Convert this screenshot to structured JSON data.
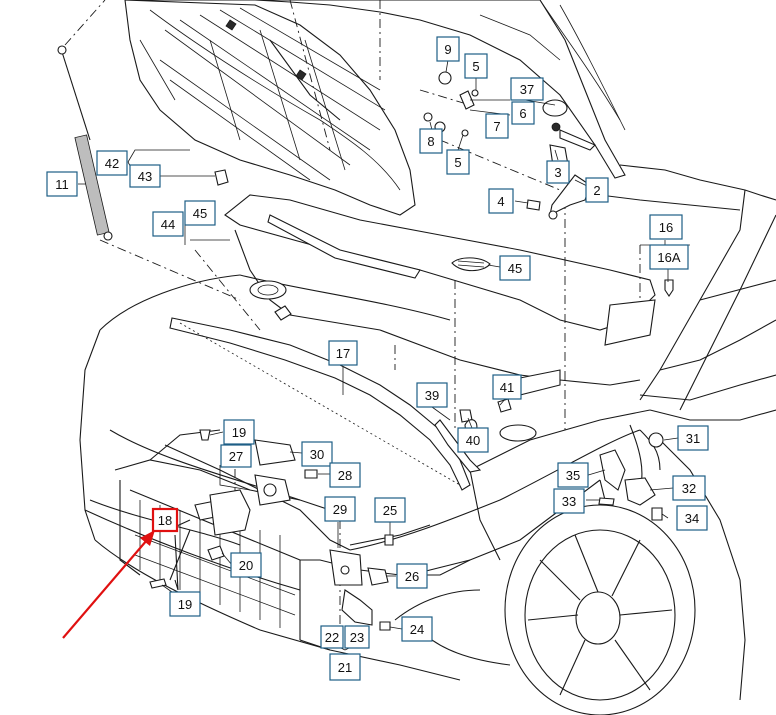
{
  "diagram": {
    "highlight_color": "#e01010",
    "box_color": "#1d5e86",
    "callouts": [
      {
        "id": "9",
        "label": "9"
      },
      {
        "id": "5a",
        "label": "5"
      },
      {
        "id": "37",
        "label": "37"
      },
      {
        "id": "6",
        "label": "6"
      },
      {
        "id": "7",
        "label": "7"
      },
      {
        "id": "8",
        "label": "8"
      },
      {
        "id": "5b",
        "label": "5"
      },
      {
        "id": "3",
        "label": "3"
      },
      {
        "id": "2",
        "label": "2"
      },
      {
        "id": "4",
        "label": "4"
      },
      {
        "id": "42",
        "label": "42"
      },
      {
        "id": "43",
        "label": "43"
      },
      {
        "id": "11",
        "label": "11"
      },
      {
        "id": "44",
        "label": "44"
      },
      {
        "id": "45a",
        "label": "45"
      },
      {
        "id": "45b",
        "label": "45"
      },
      {
        "id": "16",
        "label": "16"
      },
      {
        "id": "16A",
        "label": "16A"
      },
      {
        "id": "17",
        "label": "17"
      },
      {
        "id": "39",
        "label": "39"
      },
      {
        "id": "41",
        "label": "41"
      },
      {
        "id": "40",
        "label": "40"
      },
      {
        "id": "31",
        "label": "31"
      },
      {
        "id": "19a",
        "label": "19"
      },
      {
        "id": "30",
        "label": "30"
      },
      {
        "id": "27",
        "label": "27"
      },
      {
        "id": "28",
        "label": "28"
      },
      {
        "id": "35",
        "label": "35"
      },
      {
        "id": "32",
        "label": "32"
      },
      {
        "id": "33",
        "label": "33"
      },
      {
        "id": "34",
        "label": "34"
      },
      {
        "id": "29",
        "label": "29"
      },
      {
        "id": "25",
        "label": "25"
      },
      {
        "id": "18",
        "label": "18",
        "highlighted": true
      },
      {
        "id": "20",
        "label": "20"
      },
      {
        "id": "26",
        "label": "26"
      },
      {
        "id": "19b",
        "label": "19"
      },
      {
        "id": "24",
        "label": "24"
      },
      {
        "id": "22",
        "label": "22"
      },
      {
        "id": "23",
        "label": "23"
      },
      {
        "id": "21",
        "label": "21"
      }
    ]
  }
}
